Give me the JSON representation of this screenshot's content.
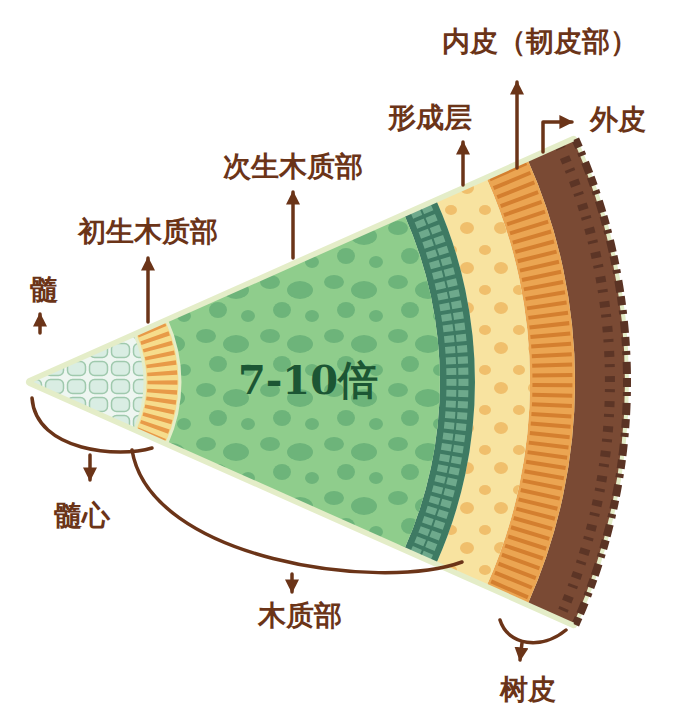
{
  "diagram": {
    "labels": [
      "髓",
      "初生木质部",
      "次生木质部",
      "形成层",
      "内皮（韧皮部）",
      "外皮",
      "7-10倍",
      "髓心",
      "木质部",
      "树皮"
    ]
  }
}
